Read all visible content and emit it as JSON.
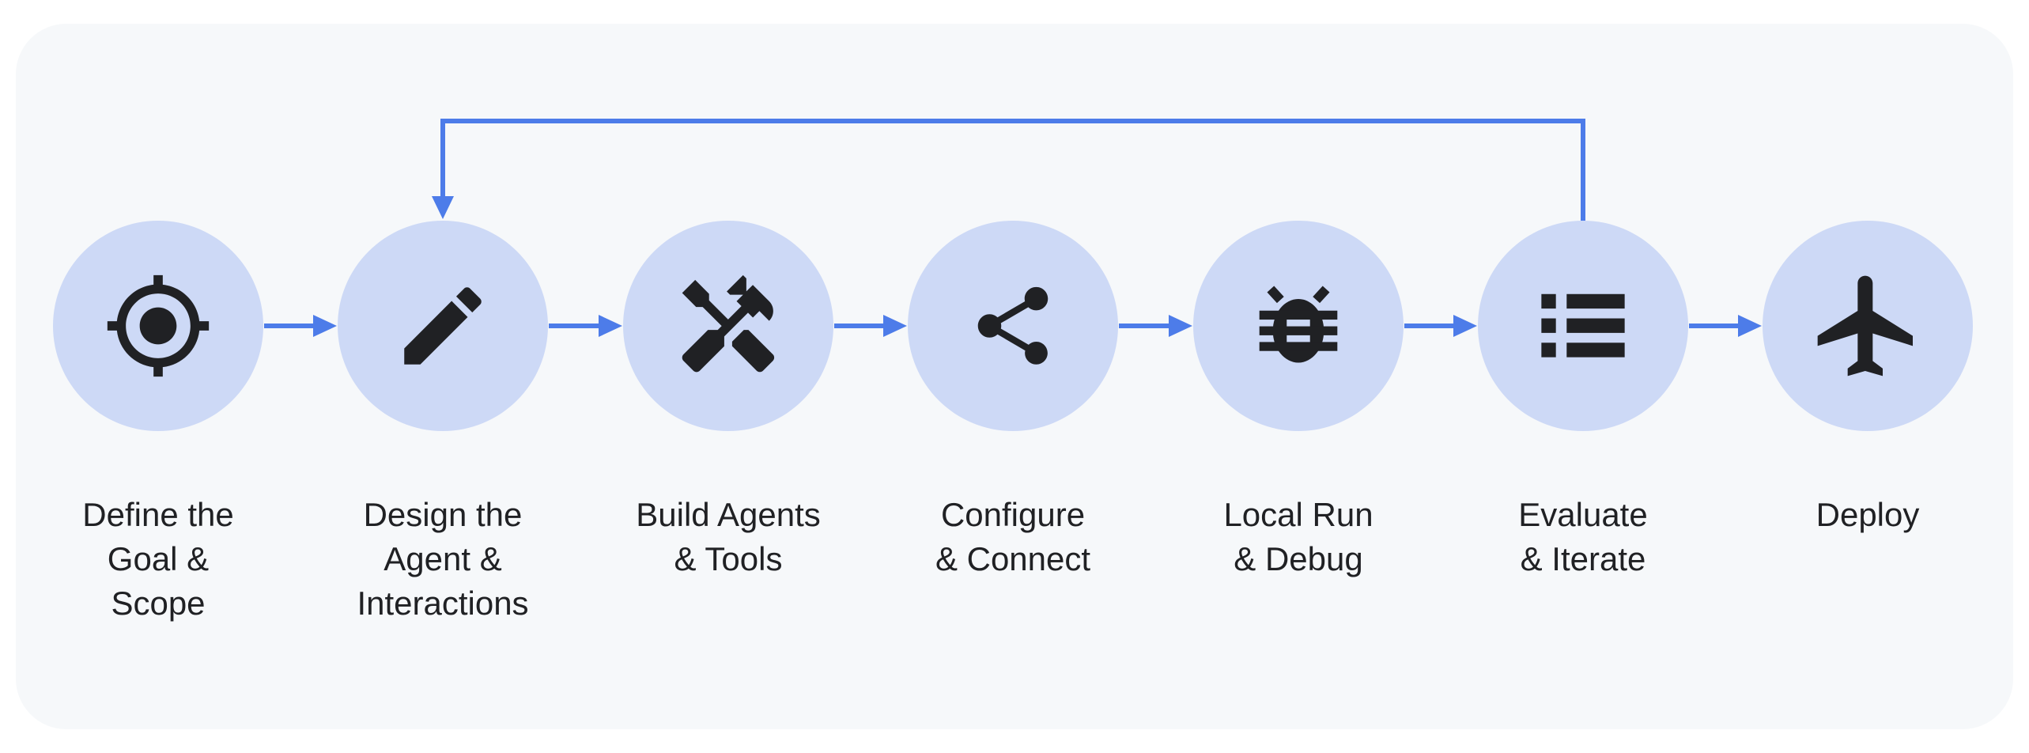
{
  "diagram": {
    "type": "flowchart",
    "stages": [
      {
        "label": "Define the\nGoal &\nScope",
        "icon": "target-icon"
      },
      {
        "label": "Design the\nAgent &\nInteractions",
        "icon": "pencil-icon"
      },
      {
        "label": "Build Agents\n& Tools",
        "icon": "hammer-wrench-icon"
      },
      {
        "label": "Configure\n& Connect",
        "icon": "share-icon"
      },
      {
        "label": "Local Run\n& Debug",
        "icon": "bug-icon"
      },
      {
        "label": "Evaluate\n& Iterate",
        "icon": "list-icon"
      },
      {
        "label": "Deploy",
        "icon": "airplane-icon"
      }
    ],
    "connections": [
      {
        "from": "Define the Goal & Scope",
        "to": "Design the Agent & Interactions",
        "type": "forward"
      },
      {
        "from": "Design the Agent & Interactions",
        "to": "Build Agents & Tools",
        "type": "forward"
      },
      {
        "from": "Build Agents & Tools",
        "to": "Configure & Connect",
        "type": "forward"
      },
      {
        "from": "Configure & Connect",
        "to": "Local Run & Debug",
        "type": "forward"
      },
      {
        "from": "Local Run & Debug",
        "to": "Evaluate & Iterate",
        "type": "forward"
      },
      {
        "from": "Evaluate & Iterate",
        "to": "Deploy",
        "type": "forward"
      },
      {
        "from": "Evaluate & Iterate",
        "to": "Design the Agent & Interactions",
        "type": "feedback-loop"
      }
    ]
  },
  "colors": {
    "page-bg": "#ffffff",
    "card-bg": "#f6f8fa",
    "circle-fill": "#cdd9f6",
    "icon-color": "#202124",
    "text-color": "#202124",
    "arrow-color": "#4d7ce9"
  }
}
